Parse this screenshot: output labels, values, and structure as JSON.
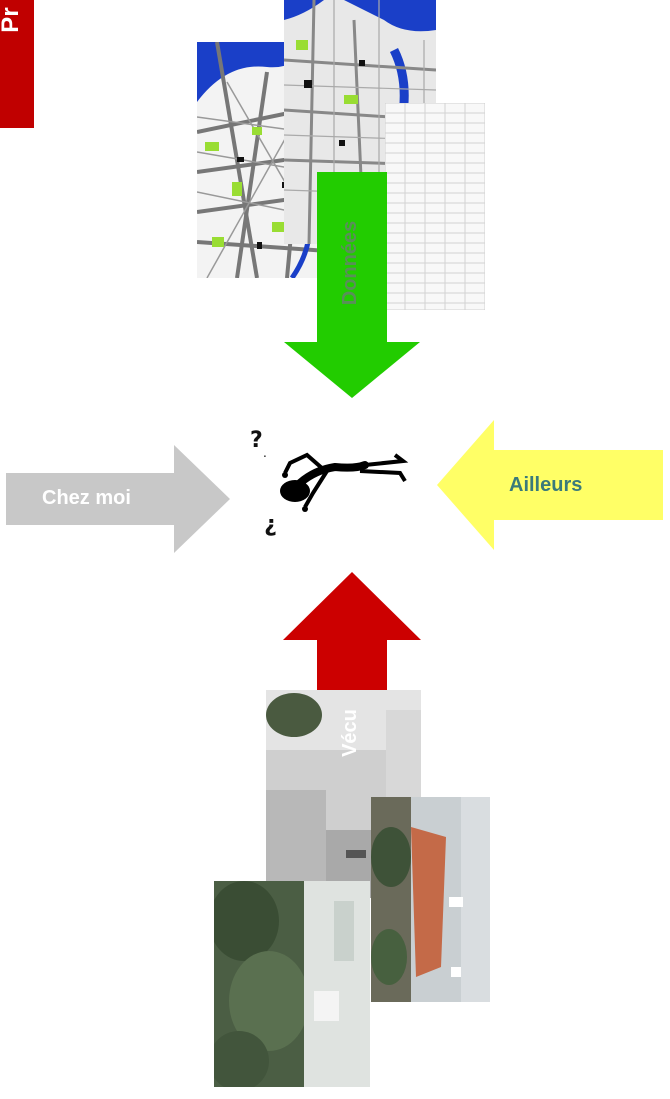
{
  "slide": {
    "title_fragment": "Pr"
  },
  "arrows": {
    "donnees": {
      "label": "Données",
      "color": "#22cc00",
      "label_color": "#5a8f5a"
    },
    "chez_moi": {
      "label": "Chez moi",
      "color": "#c8c8c8",
      "label_color": "#ffffff"
    },
    "ailleurs": {
      "label": "Ailleurs",
      "color": "#ffff66",
      "label_color": "#3a7a7a"
    },
    "vecu": {
      "label": "Vécu",
      "color": "#cc0000",
      "label_color": "#ffffff"
    }
  },
  "colors": {
    "title_tab": "#c00000",
    "map_water": "#1a3fc8",
    "map_park": "#99dd33"
  }
}
